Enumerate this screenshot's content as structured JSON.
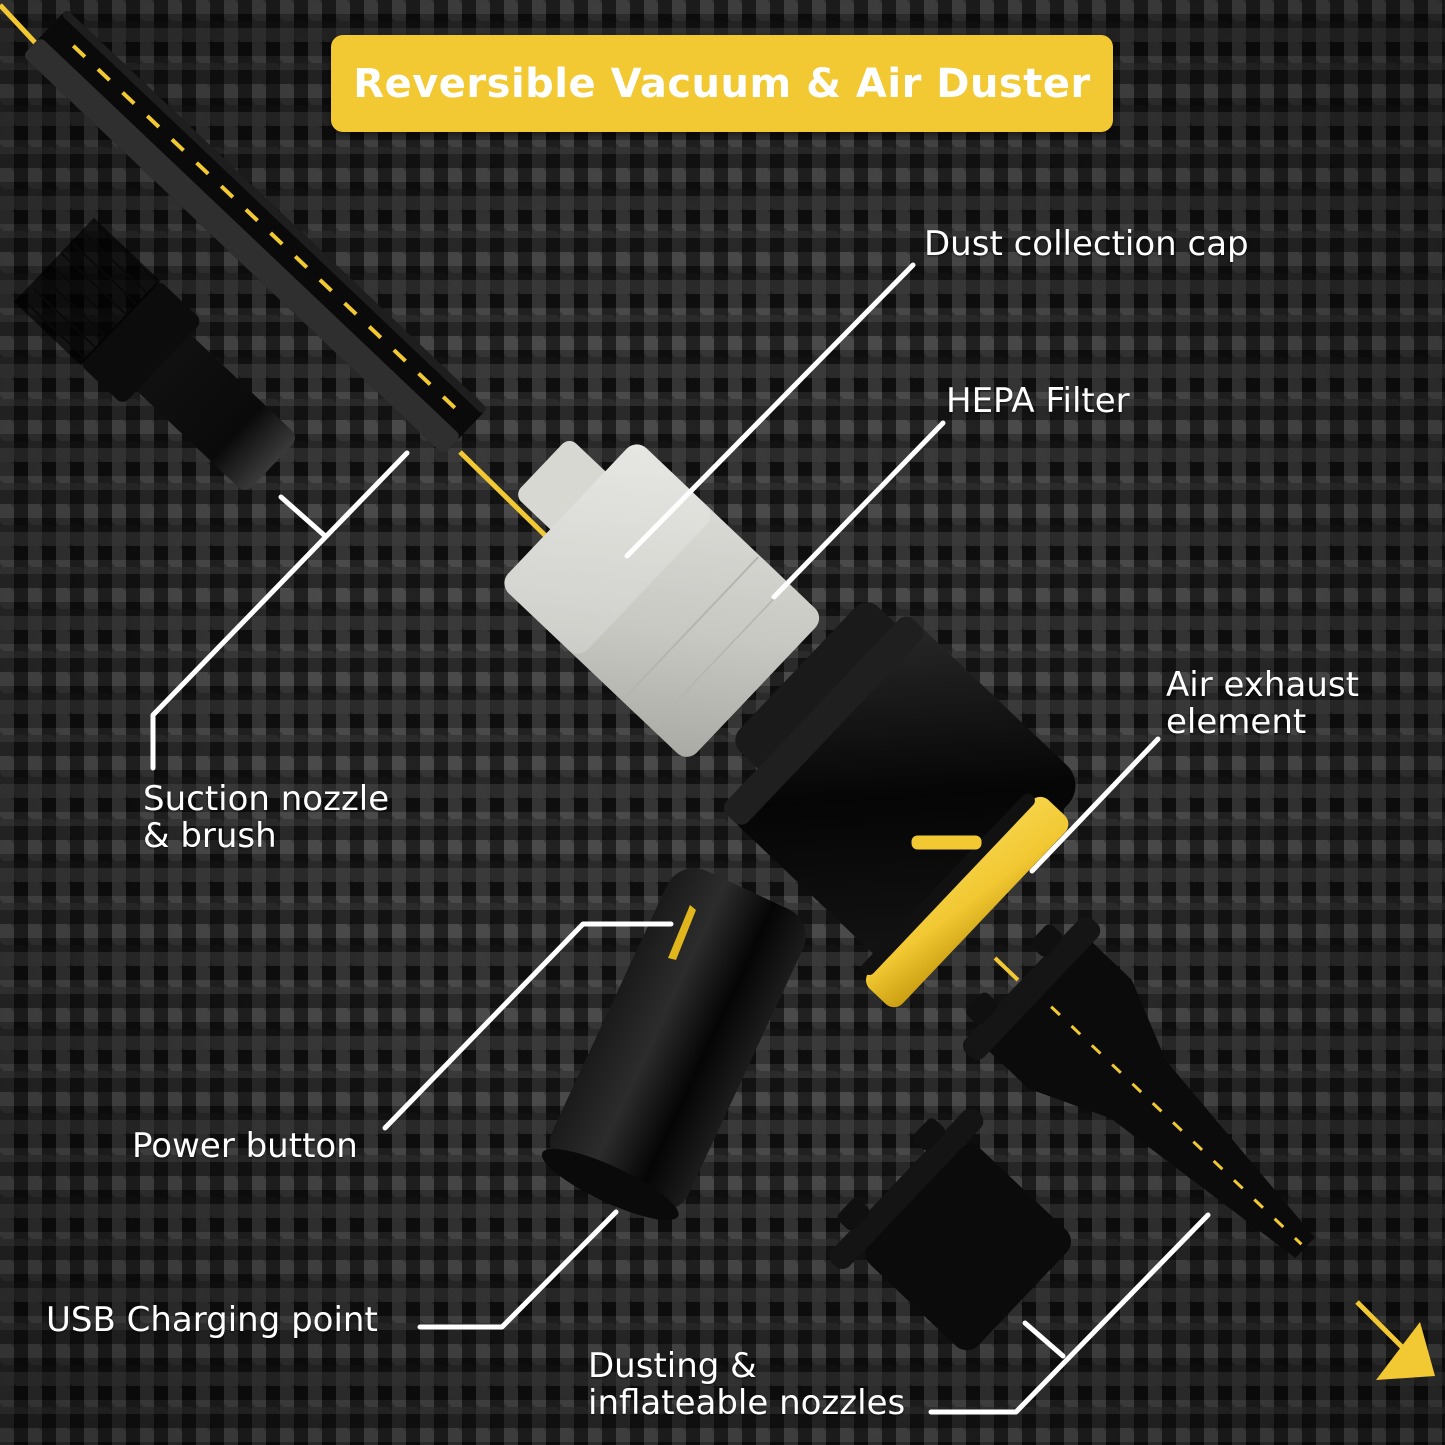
{
  "title": "Reversible Vacuum & Air Duster",
  "colors": {
    "accent_yellow": "#f2c833",
    "leader_line": "#ffffff",
    "device_body": "#0b0b0b",
    "filter_cap": "#cfcfca",
    "background_carbon_light": "#353535",
    "background_carbon_dark": "#121212"
  },
  "labels": {
    "dust_collection_cap": "Dust collection cap",
    "hepa_filter": "HEPA Filter",
    "air_exhaust_line1": "Air exhaust",
    "air_exhaust_line2": "element",
    "suction_line1": "Suction nozzle",
    "suction_line2": "& brush",
    "power_button": "Power button",
    "usb_charging": "USB Charging point",
    "dusting_line1": "Dusting &",
    "dusting_line2": "inflateable nozzles"
  },
  "components": [
    {
      "id": "crevice-nozzle",
      "name": "Suction nozzle"
    },
    {
      "id": "brush-nozzle",
      "name": "Brush"
    },
    {
      "id": "dust-cap",
      "name": "Dust collection cap"
    },
    {
      "id": "hepa-filter",
      "name": "HEPA Filter"
    },
    {
      "id": "main-body",
      "name": "Vacuum body"
    },
    {
      "id": "exhaust-ring",
      "name": "Air exhaust element"
    },
    {
      "id": "power-button",
      "name": "Power button"
    },
    {
      "id": "usb-port",
      "name": "USB Charging point"
    },
    {
      "id": "cone-nozzle",
      "name": "Dusting nozzle"
    },
    {
      "id": "inflate-nozzle",
      "name": "Inflatable nozzle"
    }
  ]
}
